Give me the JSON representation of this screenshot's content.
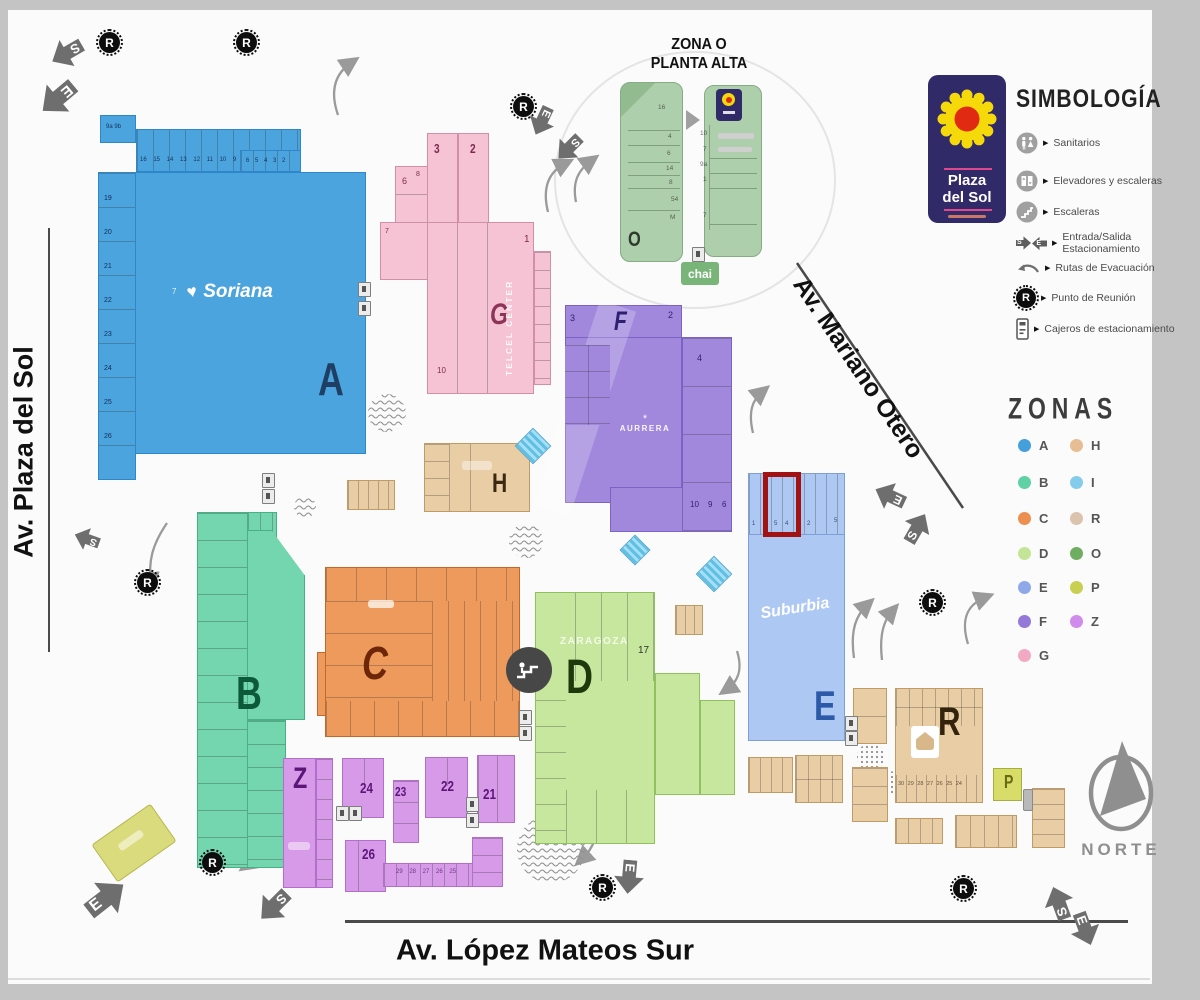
{
  "streets": {
    "left": "Av. Plaza del Sol",
    "bottom": "Av. López Mateos Sur",
    "diagonal": "Av. Mariano Otero"
  },
  "zona_o": {
    "title1": "ZONA O",
    "title2": "PLANTA ALTA",
    "o": "O",
    "chai": "chai",
    "left_nums": {
      "a": "16",
      "b": "4",
      "c": "6",
      "d": "14",
      "e": "8",
      "f": "54",
      "g": "M"
    },
    "right_nums": {
      "a": "10",
      "b": "7",
      "c": "9a",
      "d": "1",
      "e": "7"
    }
  },
  "logo": {
    "l1": "Plaza",
    "l2": "del Sol"
  },
  "simbologia": {
    "title": "SIMBOLOGÍA",
    "bullet": "▶",
    "items": [
      {
        "icon": "sanitarios-icon",
        "label": "Sanitarios"
      },
      {
        "icon": "elevadores-icon",
        "label": "Elevadores y escaleras"
      },
      {
        "icon": "escaleras-icon",
        "label": "Escaleras"
      },
      {
        "icon": "entrada-salida-icon",
        "label": "Entrada/Salida Estacionamiento"
      },
      {
        "icon": "rutas-evacuacion-icon",
        "label": "Rutas de Evacuación"
      },
      {
        "icon": "punto-reunion-icon",
        "label": "Punto de Reunión"
      },
      {
        "icon": "cajeros-icon",
        "label": "Cajeros de estacionamiento"
      }
    ]
  },
  "zonas": {
    "title": "ZONAS",
    "col1": [
      {
        "label": "A",
        "color": "#459fdc"
      },
      {
        "label": "B",
        "color": "#5fd1a5"
      },
      {
        "label": "C",
        "color": "#ed8f4f"
      },
      {
        "label": "D",
        "color": "#c4e596"
      },
      {
        "label": "E",
        "color": "#8fa8ea"
      },
      {
        "label": "F",
        "color": "#9579d8"
      },
      {
        "label": "G",
        "color": "#f2a9c4"
      }
    ],
    "col2": [
      {
        "label": "H",
        "color": "#e7bd93"
      },
      {
        "label": "I",
        "color": "#85ccec"
      },
      {
        "label": "R",
        "color": "#dcc3ae"
      },
      {
        "label": "O",
        "color": "#6fae62"
      },
      {
        "label": "P",
        "color": "#c9d051"
      },
      {
        "label": "Z",
        "color": "#d08cea"
      }
    ]
  },
  "compass": {
    "label": "NORTE"
  },
  "icons": {
    "s": "S",
    "e": "E",
    "r": "R"
  },
  "zones": {
    "a": {
      "letter": "A",
      "store": "Soriana",
      "corner": "9a 9b",
      "top_nums": "16 15 14 13 12 11 10 9 8 7",
      "top_nums2": "6 5 4 3 2",
      "left_nums": "19 20 21 22 23 24 25 26",
      "n7": "7"
    },
    "b": {
      "letter": "B"
    },
    "c": {
      "letter": "C"
    },
    "d": {
      "letter": "D",
      "store": "ZARAGOZA",
      "n17": "17"
    },
    "e": {
      "letter": "E",
      "store": "Suburbia",
      "top_nums": "1 6 5 4 3 2",
      "n5": "5"
    },
    "f": {
      "letter": "F",
      "store": "AURRERA",
      "n3": "3",
      "n2": "2",
      "n4": "4",
      "n10": "10",
      "n9": "9",
      "n6": "6"
    },
    "g": {
      "letter": "G",
      "store": "TELCEL CENTER",
      "n3": "3",
      "n2": "2",
      "n1": "1",
      "n6": "6",
      "n8": "8",
      "n7": "7",
      "n10": "10"
    },
    "h": {
      "letter": "H"
    },
    "r": {
      "letter": "R",
      "bottom_nums": "30 29 28 27 26 25 24"
    },
    "p": {
      "letter": "P"
    },
    "z": {
      "letter": "Z",
      "n24": "24",
      "n23": "23",
      "n22": "22",
      "n21": "21",
      "n26": "26",
      "strip_nums": "29 28 27 26 25"
    }
  }
}
